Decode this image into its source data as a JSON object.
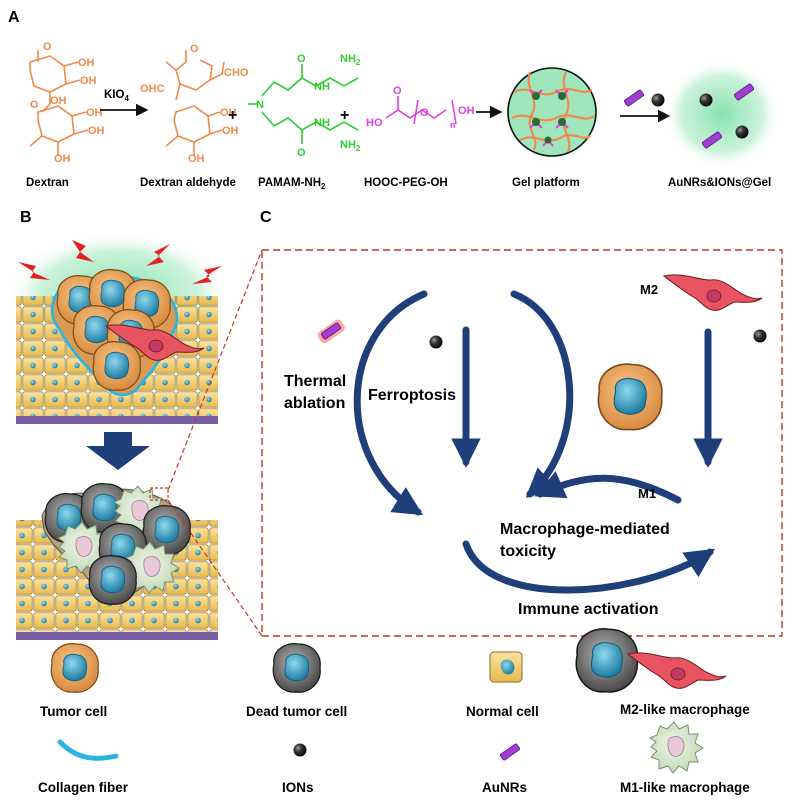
{
  "panels": {
    "a": "A",
    "b": "B",
    "c": "C"
  },
  "synthesis": {
    "reagent": "KIO",
    "reagent_sub": "4",
    "plus": "+",
    "dextran": "Dextran",
    "dextran_aldehyde": "Dextran aldehyde",
    "cho": "CHO",
    "ohc": "OHC",
    "pamam": "PAMAM-NH",
    "pamam_sub": "2",
    "nh2": "NH",
    "nh2_sub": "2",
    "nh": "NH",
    "n": "N",
    "o": "O",
    "oh": "OH",
    "ho": "HO",
    "n_index": "n",
    "peg": "HOOC-PEG-OH",
    "gel_platform": "Gel platform",
    "product": "AuNRs&IONs@Gel"
  },
  "mechanism": {
    "thermal_ablation": "Thermal\nablation",
    "ferroptosis": "Ferroptosis",
    "m2": "M2",
    "m1": "M1",
    "macrophage_toxicity": "Macrophage-mediated\ntoxicity",
    "immune_activation": "Immune activation"
  },
  "legend": {
    "tumor_cell": "Tumor cell",
    "dead_tumor_cell": "Dead tumor cell",
    "normal_cell": "Normal cell",
    "m2_macrophage": "M2-like macrophage",
    "collagen_fiber": "Collagen fiber",
    "ions": "IONs",
    "aunrs": "AuNRs",
    "m1_macrophage": "M1-like macrophage"
  },
  "colors": {
    "dextran": "#f08a4b",
    "pamam": "#2ecc2e",
    "peg": "#e040e0",
    "arrow": "#1f3f7a",
    "dash": "#c0392b",
    "gel_glow": "#8fe0b0",
    "tumor_fill": "#e6a15a",
    "nucleus": "#3aa6c8",
    "normal_fill": "#f3cf6a",
    "m2_fill": "#e85560",
    "aunr": "#a23fd0",
    "ion": "#222222"
  }
}
